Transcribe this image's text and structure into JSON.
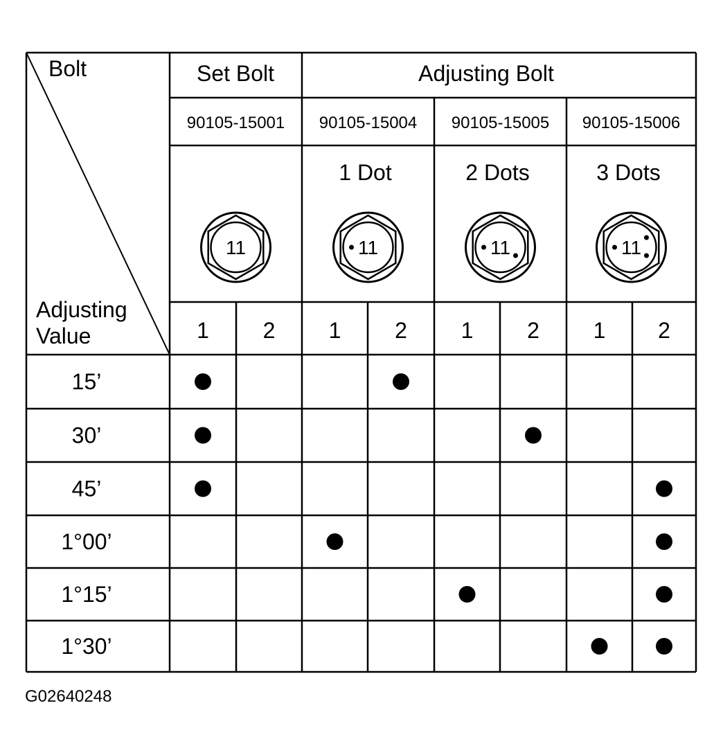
{
  "table": {
    "corner_top": "Bolt",
    "corner_bottom_line1": "Adjusting",
    "corner_bottom_line2": "Value",
    "set_bolt_header": "Set Bolt",
    "adjusting_bolt_header": "Adjusting Bolt",
    "bolts": [
      {
        "part_number": "90105-15001",
        "marking": "",
        "head_number": "11",
        "dots": 0
      },
      {
        "part_number": "90105-15004",
        "marking": "1 Dot",
        "head_number": "11",
        "dots": 1
      },
      {
        "part_number": "90105-15005",
        "marking": "2 Dots",
        "head_number": "11",
        "dots": 2
      },
      {
        "part_number": "90105-15006",
        "marking": "3 Dots",
        "head_number": "11",
        "dots": 3
      }
    ],
    "position_labels": [
      "1",
      "2",
      "1",
      "2",
      "1",
      "2",
      "1",
      "2"
    ],
    "rows": [
      {
        "value": "15’",
        "marks": [
          1,
          0,
          0,
          1,
          0,
          0,
          0,
          0
        ]
      },
      {
        "value": "30’",
        "marks": [
          1,
          0,
          0,
          0,
          0,
          1,
          0,
          0
        ]
      },
      {
        "value": "45’",
        "marks": [
          1,
          0,
          0,
          0,
          0,
          0,
          0,
          1
        ]
      },
      {
        "value": "1°00’",
        "marks": [
          0,
          0,
          1,
          0,
          0,
          0,
          0,
          1
        ]
      },
      {
        "value": "1°15’",
        "marks": [
          0,
          0,
          0,
          0,
          1,
          0,
          0,
          1
        ]
      },
      {
        "value": "1°30’",
        "marks": [
          0,
          0,
          0,
          0,
          0,
          0,
          1,
          1
        ]
      }
    ]
  },
  "figure_id": "G02640248"
}
